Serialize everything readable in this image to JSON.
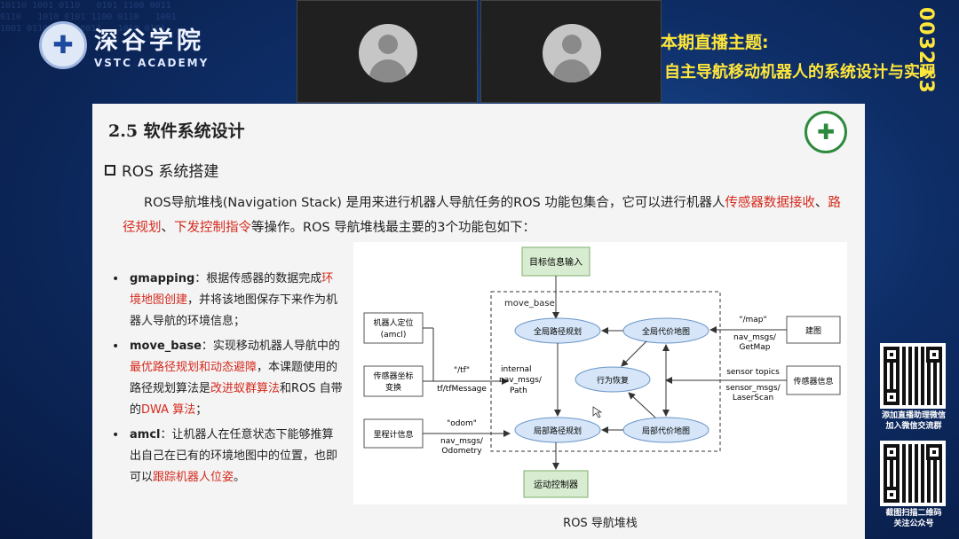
{
  "brand": {
    "name_cn": "深谷学院",
    "name_en": "VSTC ACADEMY"
  },
  "broadcast": {
    "topic_label": "本期直播主题:",
    "topic_text": "自主导航移动机器人的系统设计与实现",
    "side_number": "003213"
  },
  "slide": {
    "title": "2.5 软件系统设计",
    "section": "ROS 系统搭建",
    "intro_parts": {
      "a": "ROS导航堆栈(Navigation Stack) 是用来进行机器人导航任务的ROS 功能包集合，它可以进行机器人",
      "b": "传感器数据接收",
      "c": "、",
      "d": "路径规划",
      "e": "、",
      "f": "下发控制指令",
      "g": "等操作。ROS 导航堆栈最主要的3个功能包如下："
    },
    "bullets": [
      {
        "name": "gmapping",
        "p1": "：根据传感器的数据完成",
        "r1": "环境地图创建",
        "p2": "，并将该地图保存下来作为机器人导航的环境信息；"
      },
      {
        "name": "move_base",
        "p1": "：实现移动机器人导航中的",
        "r1": "最优路径规划和动态避障",
        "p2": "，本课题使用的路径规划算法是",
        "r2": "改进蚁群算法",
        "p3": "和ROS 自带的",
        "r3": "DWA 算法",
        "p4": "；"
      },
      {
        "name": "amcl",
        "p1": "：让机器人在任意状态下能够推算出自己在已有的环境地图中的位置，也即可以",
        "r1": "跟踪机器人位姿",
        "p2": "。"
      }
    ],
    "caption": "ROS 导航堆栈"
  },
  "diagram": {
    "goal": "目标信息输入",
    "move_base": "move_base",
    "localization_l1": "机器人定位",
    "localization_l2": "(amcl)",
    "sensor_tf_l1": "传感器坐标",
    "sensor_tf_l2": "变换",
    "odom_info": "里程计信息",
    "global_planner": "全局路径规划",
    "global_costmap": "全局代价地图",
    "recovery": "行为恢复",
    "local_planner": "局部路径规划",
    "local_costmap": "局部代价地图",
    "map_build": "建图",
    "sensor_info": "传感器信息",
    "motion_ctrl": "运动控制器",
    "tf_l1": "\"/tf\"",
    "tf_l2": "tf/tfMessage",
    "internal_l1": "internal",
    "internal_l2": "nav_msgs/",
    "internal_l3": "Path",
    "odom_l1": "\"odom\"",
    "odom_l2": "nav_msgs/",
    "odom_l3": "Odometry",
    "map_l1": "\"/map\"",
    "map_l2": "nav_msgs/",
    "map_l3": "GetMap",
    "sensor_topics": "sensor topics",
    "laser_l1": "sensor_msgs/",
    "laser_l2": "LaserScan"
  },
  "qr": {
    "text1_l1": "添加直播助理微信",
    "text1_l2": "加入微信交流群",
    "text2_l1": "截图扫描二维码",
    "text2_l2": "关注公众号"
  },
  "colors": {
    "background": "#0e2d66",
    "accent_yellow": "#ffe63a",
    "highlight_red": "#d42a1e",
    "diagram_green": "#d7ecd0",
    "diagram_blue": "#d6e6f8"
  }
}
